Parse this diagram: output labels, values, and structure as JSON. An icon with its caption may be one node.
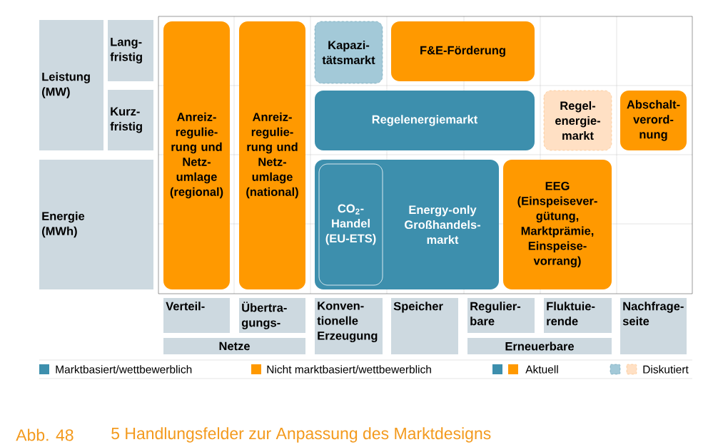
{
  "diagram": {
    "caption": "5 Handlungsfelder zur Anpassung des Marktdesigns",
    "nodes": [
      {
        "text": [
          "Leistung (MW)"
        ]
      },
      {
        "text": [
          "Lang-fristig"
        ]
      },
      {
        "text": [
          "Kurz-fristig"
        ]
      },
      {
        "text": [
          "Energie (MWh)"
        ]
      },
      {
        "text": [
          "Anreiz-regulie-rung und Netz-umlage (regional)"
        ]
      },
      {
        "text": [
          "Anreiz-regulie-rung und Netz-umlage (national)"
        ]
      },
      {
        "text": [
          "Kapazi-tätsmarkt"
        ]
      },
      {
        "text": [
          "F&E-Förderung"
        ]
      },
      {
        "text": [
          "Regelenergiemarkt"
        ]
      },
      {
        "text": [
          "Regel-energie-markt"
        ]
      },
      {
        "text": [
          "Abschalt-verord-nung"
        ]
      },
      {
        "text": [
          "Energy-only Großhandels-markt"
        ]
      },
      {
        "text": [
          "CO$_{2}$-Handel (EU-ETS)"
        ],
        "in": 11
      },
      {
        "text": [
          "EEG (Einspeisever-gütung, Marktprämie, Einspeise-vorrang)"
        ]
      },
      {
        "text": [
          "Verteil-"
        ]
      },
      {
        "text": [
          "Übertra-gungs-"
        ]
      },
      {
        "text": [
          "Netze"
        ]
      },
      {
        "text": [
          "Konven-tionelle Erzeugung"
        ]
      },
      {
        "text": [
          "Speicher"
        ]
      },
      {
        "text": [
          "Regulier-bare"
        ]
      },
      {
        "text": [
          "Fluktuie-rende"
        ]
      },
      {
        "text": [
          "Erneuerbare"
        ]
      },
      {
        "text": [
          "Nachfrage-seite"
        ]
      }
    ],
    "labels": [
      "Abb. 48"
    ],
    "legend": [
      {
        "text": "Marktbasiert/wettbewerblich",
        "color": "#3d8fad"
      },
      {
        "text": "Nicht marktbasiert/wettbewerblich",
        "color": "#ff9900"
      },
      {
        "text": "Aktuell"
      },
      {
        "text": "Diskutiert"
      }
    ]
  }
}
